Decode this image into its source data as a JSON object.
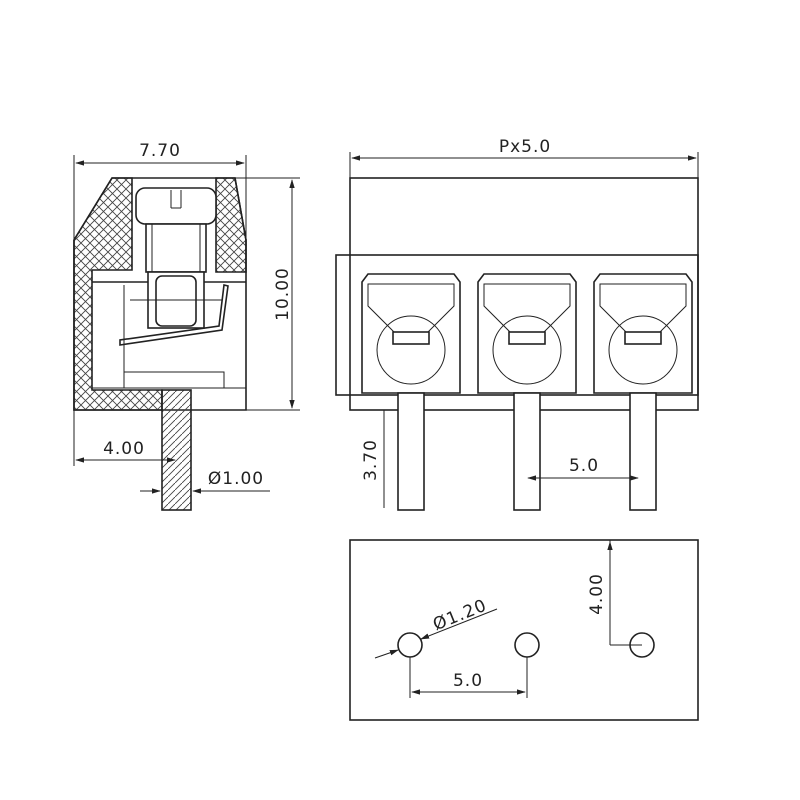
{
  "drawing": {
    "side_view": {
      "width_label": "7.70",
      "height_label": "10.00",
      "pin_offset_label": "4.00",
      "pin_diameter_label": "Ø1.00"
    },
    "front_view": {
      "length_label": "Px5.0",
      "pin_length_label": "3.70",
      "pitch_label": "5.0",
      "terminal_count": 3
    },
    "footprint_view": {
      "hole_diameter_label": "Ø1.20",
      "pitch_label": "5.0",
      "row_offset_label": "4.00"
    }
  },
  "colors": {
    "line": "#222222",
    "hatch": "#444444",
    "background": "#ffffff"
  }
}
